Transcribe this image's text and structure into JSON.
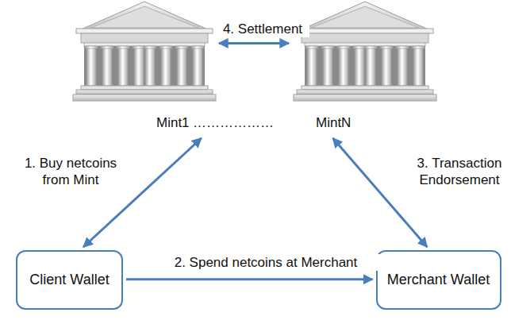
{
  "diagram": {
    "nodes": [
      {
        "text": [
          "Mint1"
        ]
      },
      {
        "text": [
          "MintN"
        ]
      },
      {
        "text": [
          "Client Wallet"
        ]
      },
      {
        "text": [
          "Merchant Wallet"
        ]
      }
    ],
    "edges": [
      {
        "from": 2,
        "to": 0,
        "arrow": "both",
        "label": "1. Buy netcoins from Mint"
      },
      {
        "from": 2,
        "to": 3,
        "arrow": "to",
        "label": "2. Spend netcoins at Merchant"
      },
      {
        "from": 3,
        "to": 1,
        "arrow": "both",
        "label": "3. Transaction Endorsement"
      },
      {
        "from": 0,
        "to": 1,
        "arrow": "both",
        "label": "4. Settlement"
      }
    ],
    "labels": [
      "………………"
    ]
  }
}
